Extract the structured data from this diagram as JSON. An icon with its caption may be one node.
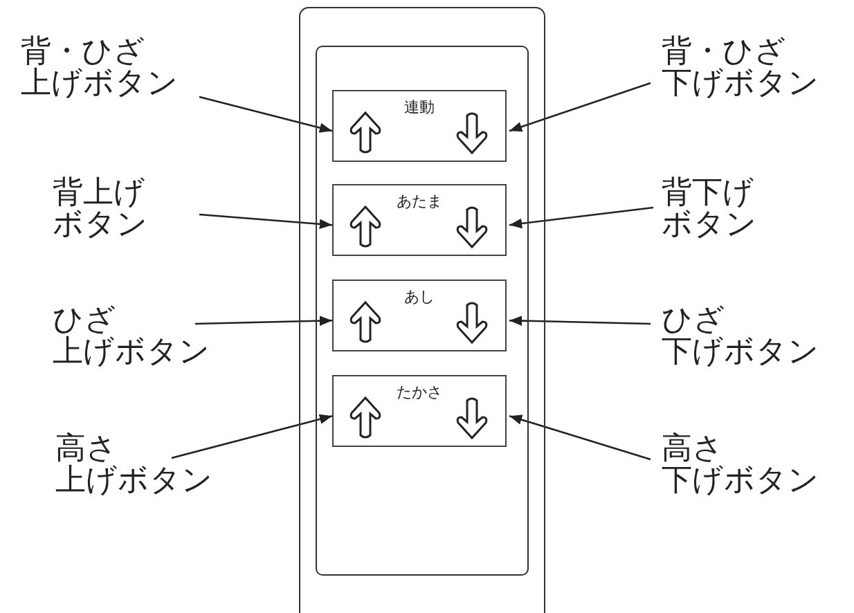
{
  "diagram": {
    "nodes": [
      {
        "text": [],
        "shape": "box"
      },
      {
        "text": [],
        "shape": "box",
        "in": 0
      },
      {
        "text": [
          "連動"
        ],
        "in": 1
      },
      {
        "text": [
          "あたま"
        ],
        "in": 1
      },
      {
        "text": [
          "あし"
        ],
        "in": 1
      },
      {
        "text": [
          "たかさ"
        ],
        "in": 1
      },
      {
        "text": [
          "背・ひざ上げボタン"
        ]
      },
      {
        "text": [
          "背・ひざ下げボタン"
        ]
      },
      {
        "text": [
          "背上げボタン"
        ]
      },
      {
        "text": [
          "背下げボタン"
        ]
      },
      {
        "text": [
          "ひざ上げボタン"
        ]
      },
      {
        "text": [
          "ひざ下げボタン"
        ]
      },
      {
        "text": [
          "高さ上げボタン"
        ]
      },
      {
        "text": [
          "高さ下げボタン"
        ]
      }
    ],
    "edges": [
      {
        "from": 6,
        "to": 2,
        "arrow": "to"
      },
      {
        "from": 7,
        "to": 2,
        "arrow": "to"
      },
      {
        "from": 8,
        "to": 3,
        "arrow": "to"
      },
      {
        "from": 9,
        "to": 3,
        "arrow": "to"
      },
      {
        "from": 10,
        "to": 4,
        "arrow": "to"
      },
      {
        "from": 11,
        "to": 4,
        "arrow": "to"
      },
      {
        "from": 12,
        "to": 5,
        "arrow": "to"
      },
      {
        "from": 13,
        "to": 5,
        "arrow": "to"
      }
    ]
  }
}
